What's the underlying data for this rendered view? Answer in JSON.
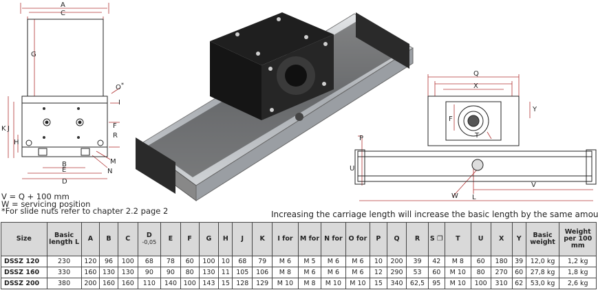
{
  "drawing_left": {
    "labels": {
      "A": "A",
      "C": "C",
      "G": "G",
      "O": "O",
      "star1": "*",
      "I": "I",
      "K": "K",
      "J": "J",
      "H": "H",
      "R": "R",
      "F": "F",
      "M": "M",
      "N": "N",
      "B": "B",
      "E": "E",
      "D": "D"
    }
  },
  "drawing_right": {
    "labels": {
      "Q": "Q",
      "X": "X",
      "Y": "Y",
      "F": "F",
      "T": "T",
      "P": "P",
      "U": "U",
      "V": "V",
      "W": "W",
      "L": "L"
    }
  },
  "notes": {
    "line1": "V = Q + 100 mm",
    "line2": "W = servicing position",
    "line3": "*For slide nuts refer to chapter 2.2 page 2",
    "right": "Increasing the carriage length will increase the basic length by the same amount."
  },
  "table": {
    "headers": [
      {
        "key": "size",
        "label": "Size",
        "sub": ""
      },
      {
        "key": "basic",
        "label": "Basic length L",
        "sub": ""
      },
      {
        "key": "A",
        "label": "A",
        "sub": ""
      },
      {
        "key": "B",
        "label": "B",
        "sub": ""
      },
      {
        "key": "C",
        "label": "C",
        "sub": ""
      },
      {
        "key": "D",
        "label": "D",
        "sub": "-0,05"
      },
      {
        "key": "E",
        "label": "E",
        "sub": ""
      },
      {
        "key": "F",
        "label": "F",
        "sub": ""
      },
      {
        "key": "G",
        "label": "G",
        "sub": ""
      },
      {
        "key": "H",
        "label": "H",
        "sub": ""
      },
      {
        "key": "J",
        "label": "J",
        "sub": ""
      },
      {
        "key": "K",
        "label": "K",
        "sub": ""
      },
      {
        "key": "I",
        "label": "I for",
        "sub": ""
      },
      {
        "key": "M",
        "label": "M for",
        "sub": ""
      },
      {
        "key": "N",
        "label": "N for",
        "sub": ""
      },
      {
        "key": "O",
        "label": "O for",
        "sub": ""
      },
      {
        "key": "P",
        "label": "P",
        "sub": ""
      },
      {
        "key": "Q",
        "label": "Q",
        "sub": ""
      },
      {
        "key": "R",
        "label": "R",
        "sub": ""
      },
      {
        "key": "S",
        "label": "S ❐",
        "sub": ""
      },
      {
        "key": "T",
        "label": "T",
        "sub": ""
      },
      {
        "key": "U",
        "label": "U",
        "sub": ""
      },
      {
        "key": "X",
        "label": "X",
        "sub": ""
      },
      {
        "key": "Y",
        "label": "Y",
        "sub": ""
      },
      {
        "key": "weight",
        "label": "Basic weight",
        "sub": ""
      },
      {
        "key": "w100",
        "label": "Weight per 100 mm",
        "sub": ""
      }
    ],
    "rows": [
      [
        "DSSZ 120",
        "230",
        "120",
        "96",
        "100",
        "68",
        "78",
        "60",
        "100",
        "10",
        "68",
        "79",
        "M 6",
        "M 5",
        "M 6",
        "M 6",
        "10",
        "200",
        "39",
        "42",
        "M 8",
        "60",
        "180",
        "39",
        "12,0 kg",
        "1,2 kg"
      ],
      [
        "DSSZ 160",
        "330",
        "160",
        "130",
        "130",
        "90",
        "90",
        "80",
        "130",
        "11",
        "105",
        "106",
        "M 8",
        "M 6",
        "M 6",
        "M 6",
        "12",
        "290",
        "53",
        "60",
        "M 10",
        "80",
        "270",
        "60",
        "27,8 kg",
        "1,8 kg"
      ],
      [
        "DSSZ 200",
        "380",
        "200",
        "160",
        "160",
        "110",
        "140",
        "100",
        "143",
        "15",
        "128",
        "129",
        "M 10",
        "M 8",
        "M 10",
        "M 10",
        "15",
        "340",
        "62,5",
        "95",
        "M 10",
        "100",
        "310",
        "62",
        "53,0 kg",
        "2,6 kg"
      ]
    ]
  }
}
